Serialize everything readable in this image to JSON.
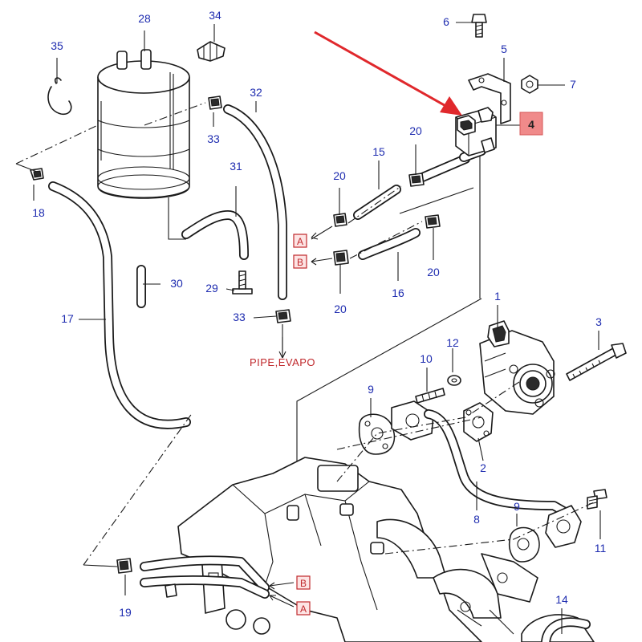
{
  "callouts": [
    {
      "id": "c1",
      "label": "1"
    },
    {
      "id": "c2",
      "label": "2"
    },
    {
      "id": "c3",
      "label": "3"
    },
    {
      "id": "c4",
      "label": "4"
    },
    {
      "id": "c5",
      "label": "5"
    },
    {
      "id": "c6",
      "label": "6"
    },
    {
      "id": "c7",
      "label": "7"
    },
    {
      "id": "c8",
      "label": "8"
    },
    {
      "id": "c9a",
      "label": "9"
    },
    {
      "id": "c9b",
      "label": "9"
    },
    {
      "id": "c10",
      "label": "10"
    },
    {
      "id": "c11",
      "label": "11"
    },
    {
      "id": "c12",
      "label": "12"
    },
    {
      "id": "c14",
      "label": "14"
    },
    {
      "id": "c15",
      "label": "15"
    },
    {
      "id": "c16",
      "label": "16"
    },
    {
      "id": "c17",
      "label": "17"
    },
    {
      "id": "c18",
      "label": "18"
    },
    {
      "id": "c19",
      "label": "19"
    },
    {
      "id": "c20a",
      "label": "20"
    },
    {
      "id": "c20b",
      "label": "20"
    },
    {
      "id": "c20c",
      "label": "20"
    },
    {
      "id": "c20d",
      "label": "20"
    },
    {
      "id": "c28",
      "label": "28"
    },
    {
      "id": "c29",
      "label": "29"
    },
    {
      "id": "c30",
      "label": "30"
    },
    {
      "id": "c31",
      "label": "31"
    },
    {
      "id": "c32",
      "label": "32"
    },
    {
      "id": "c33a",
      "label": "33"
    },
    {
      "id": "c33b",
      "label": "33"
    },
    {
      "id": "c34",
      "label": "34"
    },
    {
      "id": "c35",
      "label": "35"
    }
  ],
  "ref_marks": [
    {
      "id": "r1",
      "label": "A"
    },
    {
      "id": "r2",
      "label": "B"
    },
    {
      "id": "r3",
      "label": "B"
    },
    {
      "id": "r4",
      "label": "A"
    }
  ],
  "note": "PIPE,EVAPO",
  "highlight": {
    "label": "4",
    "arrow_color": "#e0282c",
    "box_color": "#f08a8a"
  },
  "colors": {
    "callout": "#1f2db0",
    "ref": "#c0282c",
    "line": "#1a1a1a"
  }
}
